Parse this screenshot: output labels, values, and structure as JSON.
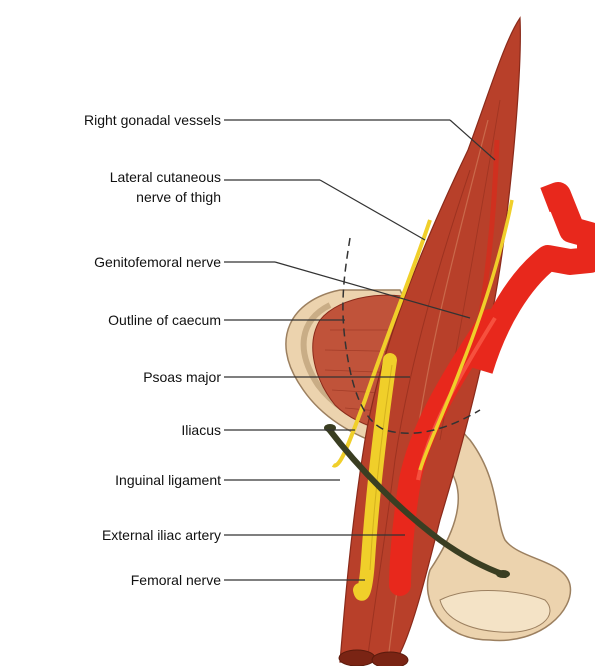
{
  "labels": {
    "right_gonadal_vessels": "Right gonadal vessels",
    "lateral_cutaneous_line1": "Lateral cutaneous",
    "lateral_cutaneous_line2": "nerve of thigh",
    "genitofemoral_nerve": "Genitofemoral nerve",
    "outline_of_caecum": "Outline of caecum",
    "psoas_major": "Psoas major",
    "iliacus": "Iliacus",
    "inguinal_ligament": "Inguinal ligament",
    "external_iliac_artery": "External iliac artery",
    "femoral_nerve": "Femoral nerve"
  },
  "colors": {
    "muscle": "#b8402a",
    "muscle_dark": "#8a2a1a",
    "muscle_light": "#d27a5a",
    "artery": "#e8281c",
    "nerve": "#f0cf2a",
    "bone": "#ecd3ae",
    "bone_edge": "#9c8060",
    "ligament": "#3a3e22",
    "leader": "#333333"
  }
}
